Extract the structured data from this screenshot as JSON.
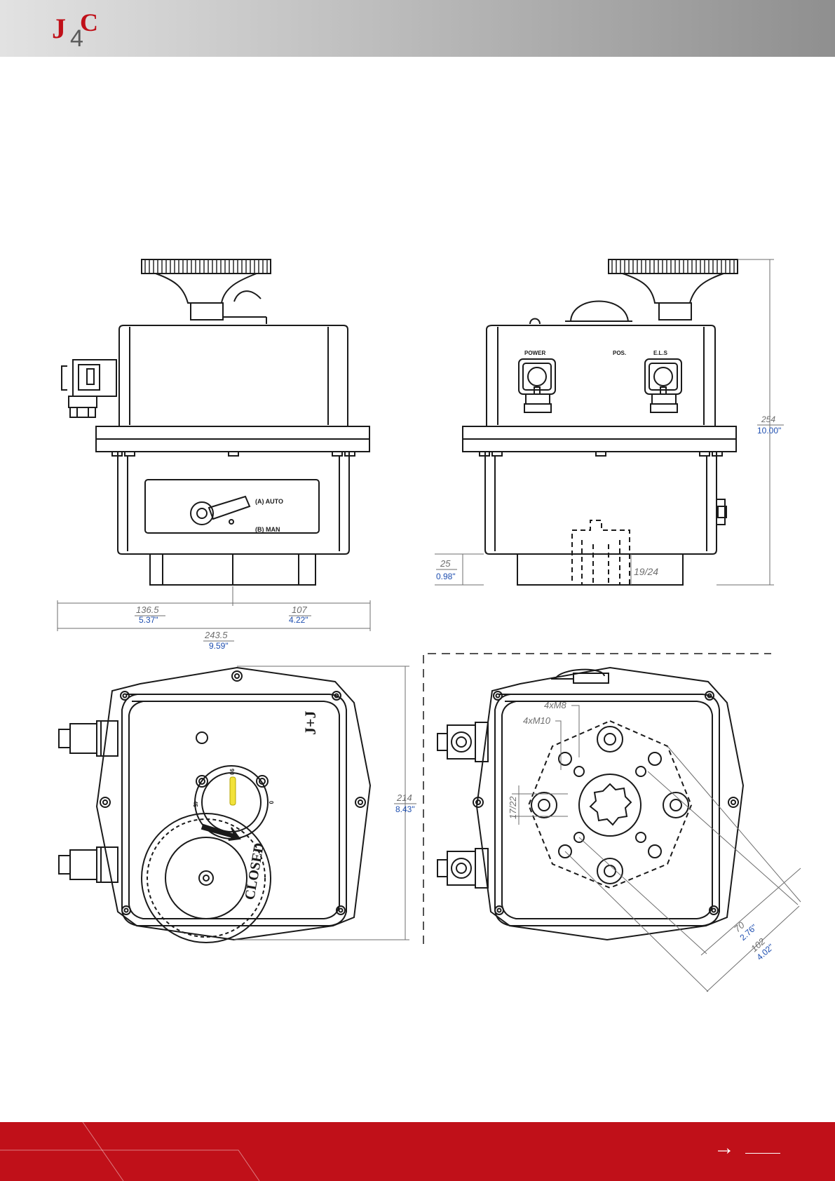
{
  "header": {
    "logo_text": "J4C",
    "brand_color": "#c01019"
  },
  "views": {
    "front": {
      "switch_auto_label": "(A) AUTO",
      "switch_man_label": "(B) MAN"
    },
    "back": {
      "power_label": "POWER",
      "pos_label": "POS.",
      "els_label": "E.L.S"
    },
    "top": {
      "brand_mark": "J+J",
      "knob_label": "CLOSED",
      "indicator_90": "90",
      "indicator_0": "0",
      "indicator_45": "45"
    },
    "bottom": {
      "thread_m8": "4xM8",
      "thread_m10": "4xM10"
    }
  },
  "dimensions": {
    "left_width_mm": "136.5",
    "left_width_in": "5.37\"",
    "right_width_mm": "107",
    "right_width_in": "4.22\"",
    "total_width_mm": "243.5",
    "total_width_in": "9.59\"",
    "height_mm": "254",
    "height_in": "10.00\"",
    "base_height_mm": "25",
    "base_height_in": "0.98\"",
    "shaft_label": "19/24",
    "top_depth_mm": "214",
    "top_depth_in": "8.43\"",
    "square_label": "17/22",
    "pcd_small_mm": "70",
    "pcd_small_in": "2.76\"",
    "pcd_large_mm": "102",
    "pcd_large_in": "4.02\""
  },
  "colors": {
    "line": "#1a1a1a",
    "dimension_gray": "#6e6e6e",
    "dimension_blue": "#1f4fb0",
    "indicator_yellow": "#f2e23a"
  },
  "footer": {
    "arrow_icon": "right-arrow-icon"
  }
}
